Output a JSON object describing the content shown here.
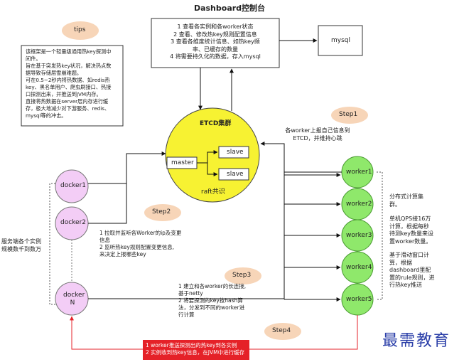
{
  "title": "Dashboard控制台",
  "dashboard_box": {
    "lines": [
      "1 查看各实例和各worker状态",
      "2 查看、修改热key规则配置信息",
      "3 查看各维度统计信息、如热key频",
      "率、已缓存的数量",
      "4 将需要持久化的数据，存入mysql"
    ]
  },
  "mysql_label": "mysql",
  "tips": {
    "label": "tips",
    "lines": [
      "该框架是一个轻量级通用热key探测中",
      "间件。",
      "旨在基于突发热key状况，解决热点数",
      "据导致存储层雪崩难题。",
      "可在0.5~2秒内将热数据、如redis热",
      "key、黑名单用户、爬虫刷接口、热接",
      "口探测出来，并推送到JVM内存。",
      "直接将热数据在server层内存进行缓",
      "存，极大地减少对下游服务、redis、",
      "mysql等的冲击。"
    ]
  },
  "etcd": {
    "title": "ETCD集群",
    "master": "master",
    "slave1": "slave",
    "slave2": "slave",
    "raft": "raft共识"
  },
  "step1": {
    "label": "Step1",
    "lines": [
      "各worker上报自己信息到",
      "ETCD，并维持心跳"
    ]
  },
  "step2": {
    "label": "Step2",
    "lines": [
      "1 拉取并监听各Worker的ip及变更",
      "信息",
      "2 监听热key规则配置变更信息,",
      "来决定上报哪些key"
    ]
  },
  "step3": {
    "label": "Step3",
    "lines": [
      "1 建立和各worker的长连接,",
      "基于netty",
      "2 将要探测的key按hash算",
      "法，分发到不同的worker进",
      "行计算"
    ]
  },
  "step4": {
    "label": "Step4",
    "lines": [
      "1 worker推送探测出的热key到各实例",
      "2 实例收到热key信息，在JVM中进行缓存"
    ]
  },
  "dockers": [
    "docker1",
    "docker2",
    "docker N"
  ],
  "docker_side_text": [
    "服务端各个实例",
    "规模数千到数万"
  ],
  "workers": [
    "worker1",
    "worker2",
    "worker3",
    "worker4",
    "worker5"
  ],
  "worker_notes": {
    "note1": [
      "分布式计算集",
      "群。"
    ],
    "note2": [
      "单机QPS接16万",
      "计算，根据每秒",
      "待测key数量来设",
      "置worker数量。"
    ],
    "note3": [
      "基于滑动窗口计",
      "算，根据",
      "dashboard里配",
      "置的rule规则，进",
      "行热key推送"
    ]
  },
  "watermark": "最需教育",
  "colors": {
    "etcd_fill": "#f7f232",
    "worker_fill": "#8fe86b",
    "docker_fill": "#f3cdf6",
    "tip_fill": "#f7d5b8",
    "step4_box": "#e52128"
  }
}
